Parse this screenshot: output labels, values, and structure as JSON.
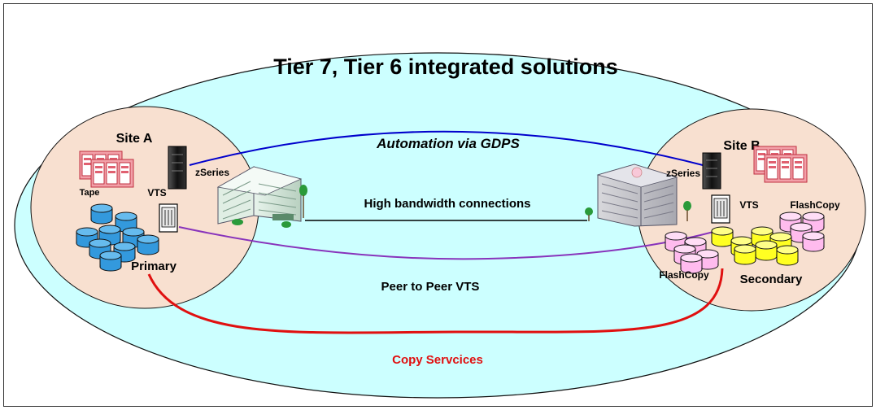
{
  "title": "Tier 7, Tier 6 integrated solutions",
  "site_a": {
    "label": "Site A",
    "tape_label": "Tape",
    "zseries_label": "zSeries",
    "vts_label": "VTS",
    "storage_label": "Primary"
  },
  "site_b": {
    "label": "Site B",
    "zseries_label": "zSeries",
    "vts_label": "VTS",
    "flashcopy_top_label": "FlashCopy",
    "flashcopy_bottom_label": "FlashCopy",
    "storage_label": "Secondary"
  },
  "links": {
    "automation": "Automation via GDPS",
    "bandwidth": "High bandwidth connections",
    "peer_to_peer": "Peer to Peer VTS",
    "copy_services": "Copy Servcices"
  },
  "colors": {
    "outer_fill": "#ccffff",
    "site_fill": "#f8e0d0",
    "automation_line": "#0000cc",
    "peer_line": "#8833bb",
    "copy_line": "#e01010",
    "copy_text": "#e01010",
    "primary_disk": "#3399dd",
    "secondary_disk": "#ffff22",
    "flashcopy_disk": "#ffbbee",
    "tape_red": "#e06070"
  }
}
